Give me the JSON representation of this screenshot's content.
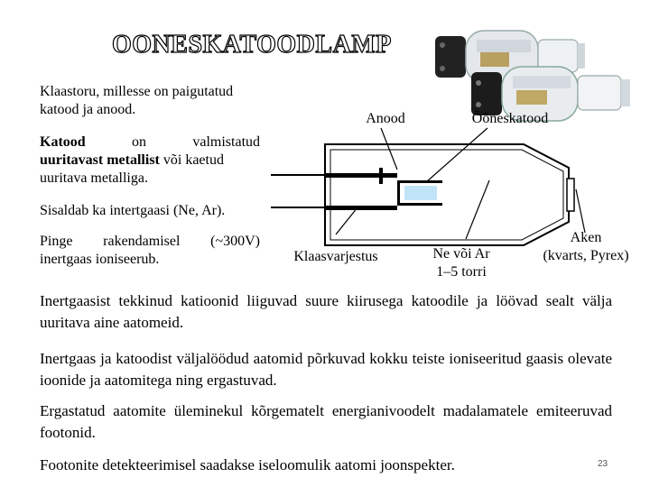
{
  "title": "OONESKATOODLAMP",
  "left_texts": {
    "p1": "Klaastoru, millesse on paigutatud katood ja anood.",
    "p2_bold": "Katood",
    "p2_mid1": "on valmistatud",
    "p2_bold2": "uuritavast metallist",
    "p2_rest": "või kaetud uuritava metalliga.",
    "p3": "Sisaldab ka intertgaasi (Ne, Ar).",
    "p4_a": "Pinge rakendamisel",
    "p4_b": "(~300V)",
    "p4_c": "inertgaas ioniseerub."
  },
  "diagram_labels": {
    "anode": "Anood",
    "cathode": "Õõneskatood",
    "envelope": "Klaasvarjestus",
    "gas_line1": "Ne või Ar",
    "gas_line2": "1–5 torri",
    "window_line1": "Aken",
    "window_line2": "(kvarts, Pyrex)"
  },
  "paragraphs": [
    "Inertgaasist tekkinud katioonid liiguvad suure kiirusega katoodile ja löövad sealt välja uuritava aine aatomeid.",
    "Inertgaas ja katoodist väljalöödud aatomid põrkuvad kokku teiste ioniseeritud gaasis olevate ioonide ja aatomitega ning ergastuvad.",
    "Ergastatud aatomite üleminekul kõrgematelt energianivoodelt madalamatele emiteeruvad footonid.",
    "Footonite detekteerimisel saadakse iseloomulik aatomi joonspekter."
  ],
  "page_number": "23",
  "colors": {
    "glow": "#bfe4f8",
    "lamp_body": "#202020"
  }
}
